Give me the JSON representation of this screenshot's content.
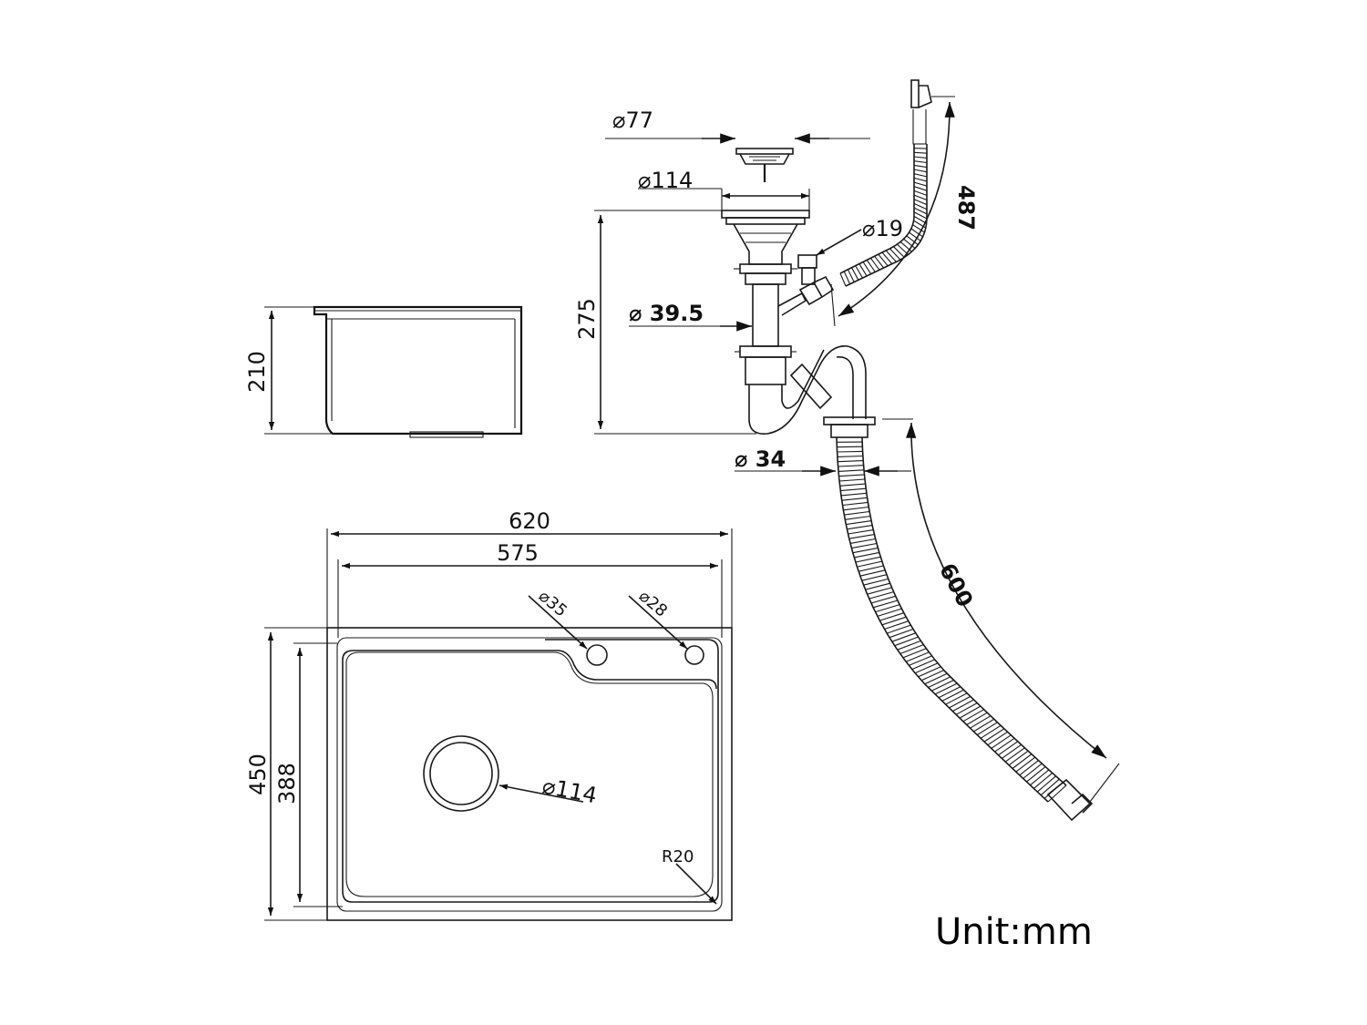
{
  "unit_label": "Unit:mm",
  "dimensions": {
    "strainer_top_diameter": "⌀77",
    "strainer_flange_diameter": "⌀114",
    "overflow_diameter": "⌀19",
    "overflow_hose_length": "487",
    "drain_height": "275",
    "pipe_diameter": "⌀ 39.5",
    "outlet_diameter": "⌀ 34",
    "drain_hose_length": "600",
    "bowl_depth": "210",
    "sink_outer_width": "620",
    "sink_inner_width": "575",
    "tap_hole_diameter": "⌀35",
    "accessory_hole_diameter": "⌀28",
    "sink_outer_depth": "450",
    "sink_inner_depth": "388",
    "drain_hole_diameter": "⌀114",
    "corner_radius": "R20"
  }
}
